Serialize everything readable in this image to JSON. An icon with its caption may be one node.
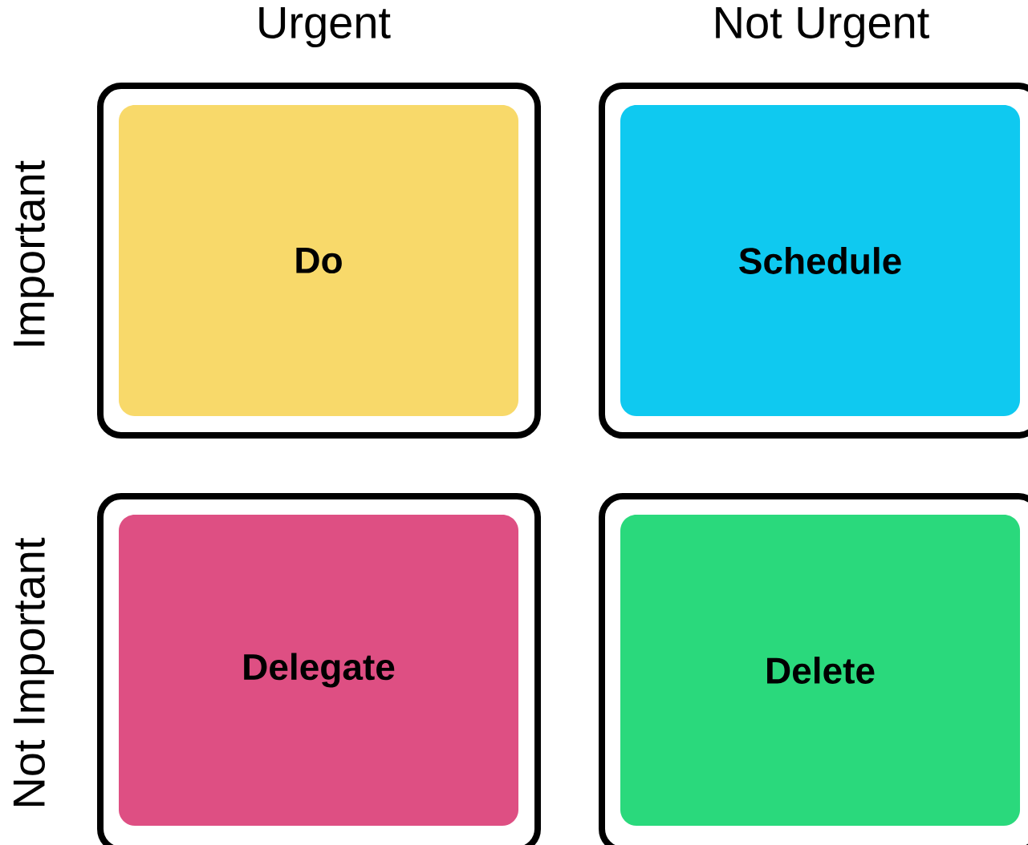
{
  "diagram": {
    "nodes": [
      {
        "text": [
          "Do"
        ]
      },
      {
        "text": [
          "Schedule"
        ]
      },
      {
        "text": [
          "Delegate"
        ]
      },
      {
        "text": [
          "Delete"
        ]
      }
    ],
    "labels": [
      "Urgent",
      "Not Urgent",
      "Important",
      "Not Important"
    ]
  }
}
